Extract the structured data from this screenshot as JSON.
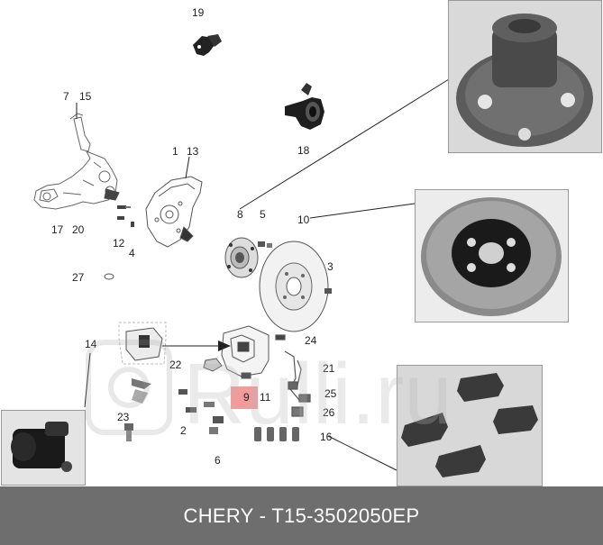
{
  "footer": {
    "caption": "CHERY - T15-3502050EP"
  },
  "watermark": {
    "text": "Rulli.ru"
  },
  "colors": {
    "highlight": "#f08a8a",
    "footer_bg": "#6e6e6e",
    "footer_text": "#ffffff"
  },
  "callouts": [
    {
      "id": "n19",
      "text": "19"
    },
    {
      "id": "n7",
      "text": "7"
    },
    {
      "id": "n15",
      "text": "15"
    },
    {
      "id": "n1",
      "text": "1"
    },
    {
      "id": "n13",
      "text": "13"
    },
    {
      "id": "n18",
      "text": "18"
    },
    {
      "id": "n8",
      "text": "8"
    },
    {
      "id": "n5",
      "text": "5"
    },
    {
      "id": "n10",
      "text": "10"
    },
    {
      "id": "n17",
      "text": "17"
    },
    {
      "id": "n20",
      "text": "20"
    },
    {
      "id": "n12",
      "text": "12"
    },
    {
      "id": "n4",
      "text": "4"
    },
    {
      "id": "n3",
      "text": "3"
    },
    {
      "id": "n27",
      "text": "27"
    },
    {
      "id": "n14",
      "text": "14"
    },
    {
      "id": "n22",
      "text": "22"
    },
    {
      "id": "n24",
      "text": "24"
    },
    {
      "id": "n21",
      "text": "21"
    },
    {
      "id": "n9",
      "text": "9"
    },
    {
      "id": "n11",
      "text": "11"
    },
    {
      "id": "n25",
      "text": "25"
    },
    {
      "id": "n26",
      "text": "26"
    },
    {
      "id": "n23",
      "text": "23"
    },
    {
      "id": "n2",
      "text": "2"
    },
    {
      "id": "n16",
      "text": "16"
    },
    {
      "id": "n6",
      "text": "6"
    }
  ]
}
